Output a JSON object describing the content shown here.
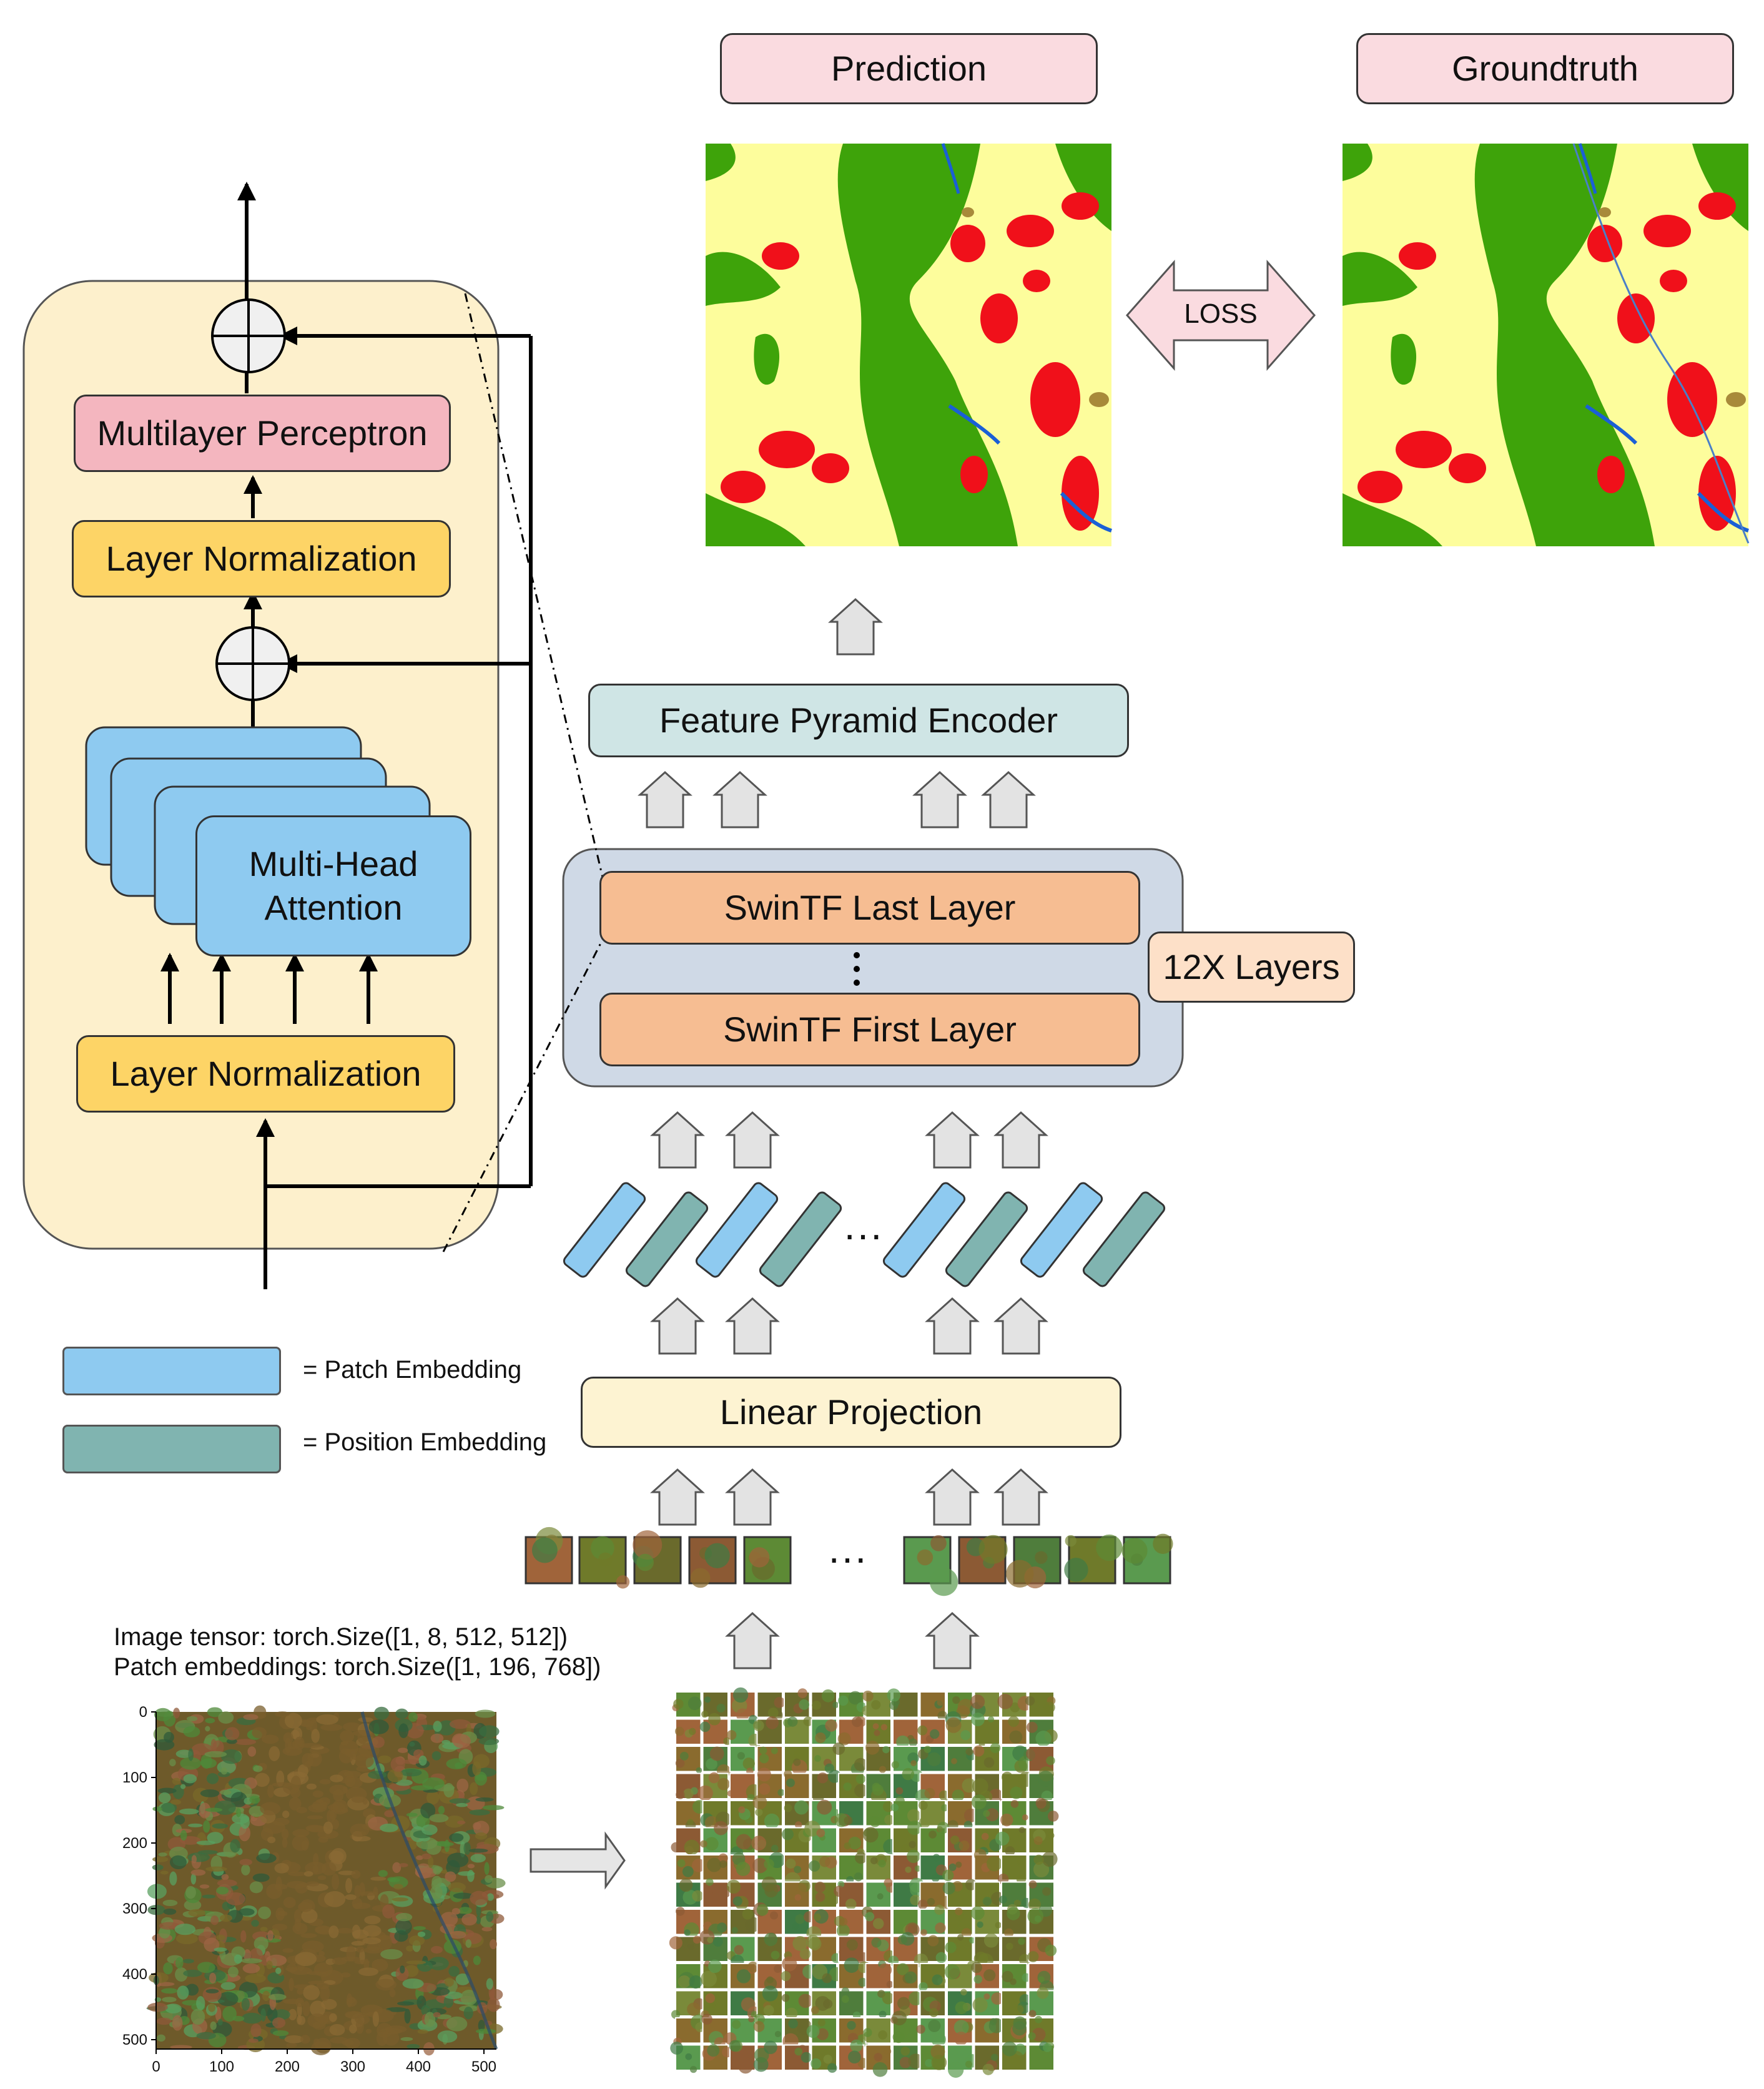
{
  "header": {
    "prediction_label": "Prediction",
    "groundtruth_label": "Groundtruth",
    "loss_label": "LOSS"
  },
  "encoder_block": {
    "mlp_label": "Multilayer Perceptron",
    "layer_norm_top_label": "Layer Normalization",
    "mha_label_line1": "Multi-Head",
    "mha_label_line2": "Attention",
    "layer_norm_bottom_label": "Layer Normalization"
  },
  "pipeline": {
    "fpe_label": "Feature Pyramid Encoder",
    "swin_last_label": "SwinTF Last Layer",
    "swin_first_label": "SwinTF First Layer",
    "layers_count_label": "12X Layers",
    "linear_projection_label": "Linear Projection",
    "ellipsis": "···"
  },
  "legend": {
    "patch_label": "= Patch Embedding",
    "position_label": "= Position Embedding",
    "patch_color": "#8ecaf0",
    "position_color": "#80b4b0"
  },
  "tensor_info": {
    "image_tensor": "Image tensor: torch.Size([1, 8, 512, 512])",
    "patch_embeddings": "Patch embeddings: torch.Size([1, 196, 768])"
  },
  "plot_axes": {
    "y_ticks": [
      "0",
      "100",
      "200",
      "300",
      "400",
      "500"
    ],
    "x_ticks": [
      "0",
      "100",
      "200",
      "300",
      "400",
      "500"
    ]
  },
  "colors": {
    "map_background": "#fdfd9c",
    "map_forest": "#3ea30a",
    "map_urban": "#f0101a",
    "map_water": "#1a5fd6",
    "map_bare": "#a88a3a"
  }
}
